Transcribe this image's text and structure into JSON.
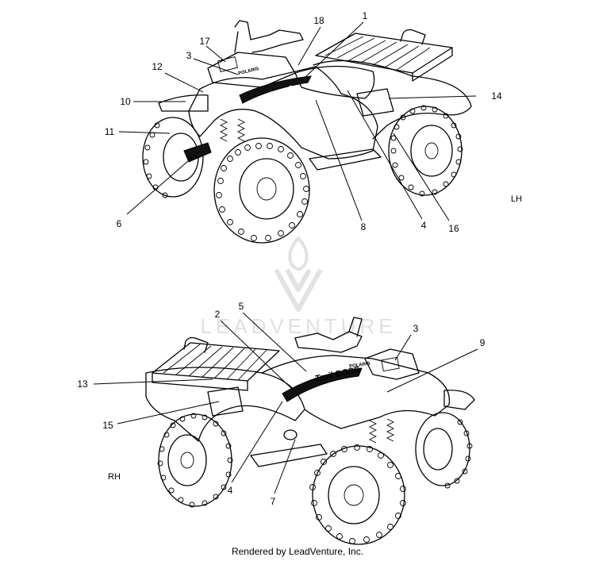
{
  "side_labels": {
    "lh": "LH",
    "rh": "RH"
  },
  "top_callouts": [
    "18",
    "1",
    "17",
    "3",
    "12",
    "10",
    "11",
    "14",
    "6",
    "8",
    "4",
    "16"
  ],
  "bottom_callouts": [
    "5",
    "2",
    "3",
    "9",
    "13",
    "15",
    "4",
    "7"
  ],
  "decal_text": {
    "brand": "POLARIS",
    "model": "Trail BOSS"
  },
  "watermark": "LEADVENTURE",
  "footer": "Rendered by LeadVenture, Inc."
}
